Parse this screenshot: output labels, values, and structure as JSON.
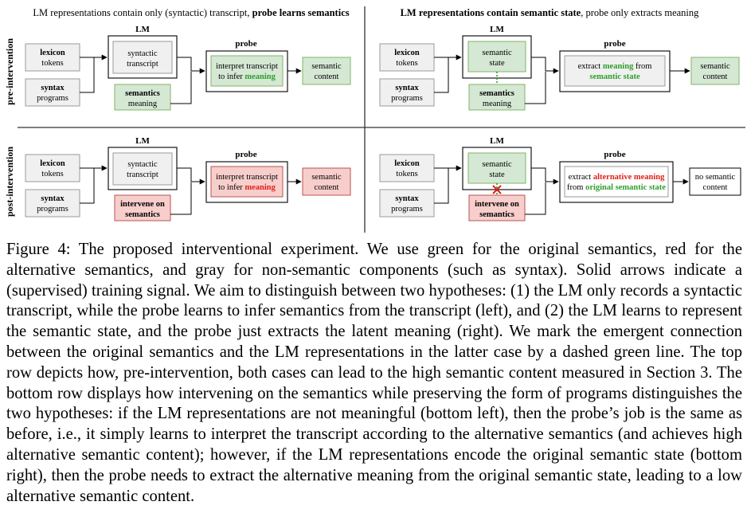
{
  "figure": {
    "panels": {
      "left_header": {
        "plain": "LM representations contain only (syntactic) transcript, ",
        "bold": "probe learns semantics"
      },
      "right_header": {
        "bold": "LM representations contain semantic state",
        "plain": ", probe only extracts meaning"
      }
    },
    "rows": {
      "top": "pre-intervention",
      "bottom": "post-intervention"
    },
    "labels": {
      "lm": "LM",
      "probe": "probe"
    },
    "boxes": {
      "lexicon": [
        "lexicon",
        "tokens"
      ],
      "syntax": [
        "syntax",
        "programs"
      ],
      "syntactic_transcript": [
        "syntactic",
        "transcript"
      ],
      "semantics_meaning": [
        "semantics",
        "meaning"
      ],
      "intervene": [
        "intervene on",
        "semantics"
      ],
      "semantic_state": [
        "semantic",
        "state"
      ],
      "semantic_content": [
        "semantic",
        "content"
      ],
      "no_semantic_content": [
        "no semantic",
        "content"
      ],
      "probe_interpret": {
        "line1": "interpret transcript",
        "line2_plain": "to infer ",
        "line2_colored": "meaning"
      },
      "probe_extract_top": {
        "line1_plain": "extract ",
        "line1_colored": "meaning",
        "line1_tail": " from",
        "line2_colored": "semantic state"
      },
      "probe_extract_bottom": {
        "line1_plain": "extract ",
        "line1_colored": "alternative meaning",
        "line2_plain": "from ",
        "line2_colored": "original semantic state"
      }
    },
    "colors": {
      "green_fill": "#d5e8d4",
      "green_stroke": "#82b366",
      "green_text": "#2e9e2e",
      "red_fill": "#f8cecc",
      "red_stroke": "#b85450",
      "red_text": "#e0201a",
      "gray_fill": "#f0f0f0",
      "gray_stroke": "#9a9a9a"
    }
  },
  "caption": {
    "text": "Figure 4: The proposed interventional experiment. We use green for the original semantics, red for the alternative semantics, and gray for non-semantic components (such as syntax). Solid arrows indicate a (supervised) training signal. We aim to distinguish between two hypotheses: (1) the LM only records a syntactic transcript, while the probe learns to infer semantics from the transcript (left), and (2) the LM learns to represent the semantic state, and the probe just extracts the latent meaning (right). We mark the emergent connection between the original semantics and the LM representations in the latter case by a dashed green line. The top row depicts how, pre-intervention, both cases can lead to the high semantic content measured in Section 3. The bottom row displays how intervening on the semantics while preserving the form of programs distinguishes the two hypotheses: if the LM representations are not meaningful (bottom left), then the probe’s job is the same as before, i.e., it simply learns to interpret the transcript according to the alternative semantics (and achieves high alternative semantic content); however, if the LM representations encode the original semantic state (bottom right), then the probe needs to extract the alternative meaning from the original semantic state, leading to a low alternative semantic content."
  }
}
